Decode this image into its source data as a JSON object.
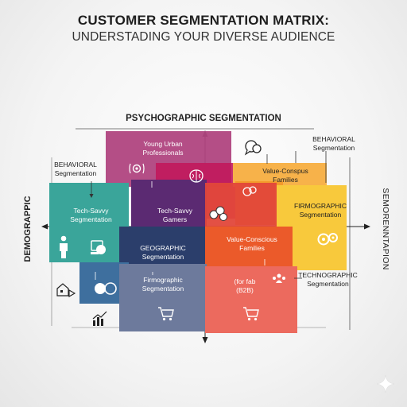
{
  "header": {
    "title": "CUSTOMER SEGMENTATION MATRIX:",
    "subtitle": "UNDERSTADING YOUR DIVERSE AUDIENCE"
  },
  "axes": {
    "top": "PSYCHOGRAPHIC SEGMENTATION",
    "left": "DEMOGRAPPIC",
    "right": "SEMORENNTAPION"
  },
  "labels": {
    "young_urban": [
      "Young Urban",
      "Professionals"
    ],
    "behavioral_left": [
      "BEHAVIORAL",
      "Segmentation"
    ],
    "behavioral_right": [
      "BEHAVIORAL",
      "Segmentation"
    ],
    "value_conspus": [
      "Value-Conspus",
      "Families"
    ],
    "tech_savvy_seg": [
      "Tech-Savvy",
      "Segmentation"
    ],
    "tech_savvy_gamers": [
      "Tech-Savvy",
      "Gamers"
    ],
    "firmographic_right": [
      "FIRMOGRAPHIC",
      "Segmentation"
    ],
    "geographic": [
      "GEOGRAPHIC",
      "Segmentation"
    ],
    "value_conscious": [
      "Value-Conscious",
      "Families"
    ],
    "technographic": [
      "TECHNOGRAPHIC",
      "Segmentation"
    ],
    "firmographic_mid": [
      "Firmographic",
      "Segmentation"
    ],
    "for_b2b": [
      "(for fab",
      "(B2B)"
    ]
  },
  "colors": {
    "magenta": "#b0447f",
    "deep_magenta": "#c2185b",
    "orange": "#f39a2b",
    "light_orange": "#f7b24a",
    "yellow": "#f8c93c",
    "teal": "#3aa59a",
    "purple": "#5b2a72",
    "navy": "#2b3e6b",
    "steel_blue": "#3e6f9e",
    "slate": "#6d7a9c",
    "red": "#e2473a",
    "red_orange": "#eb5a2a",
    "salmon": "#ec6a5e"
  },
  "icons": [
    "gear-icon",
    "brain-icon",
    "speech-bubble-icon",
    "gears-icon",
    "people-icon",
    "molecule-icon",
    "person-icon",
    "laptop-icon",
    "toggle-icon",
    "house-icon",
    "cart-icon",
    "bar-chart-icon",
    "group-icon",
    "sparkle-icon"
  ]
}
